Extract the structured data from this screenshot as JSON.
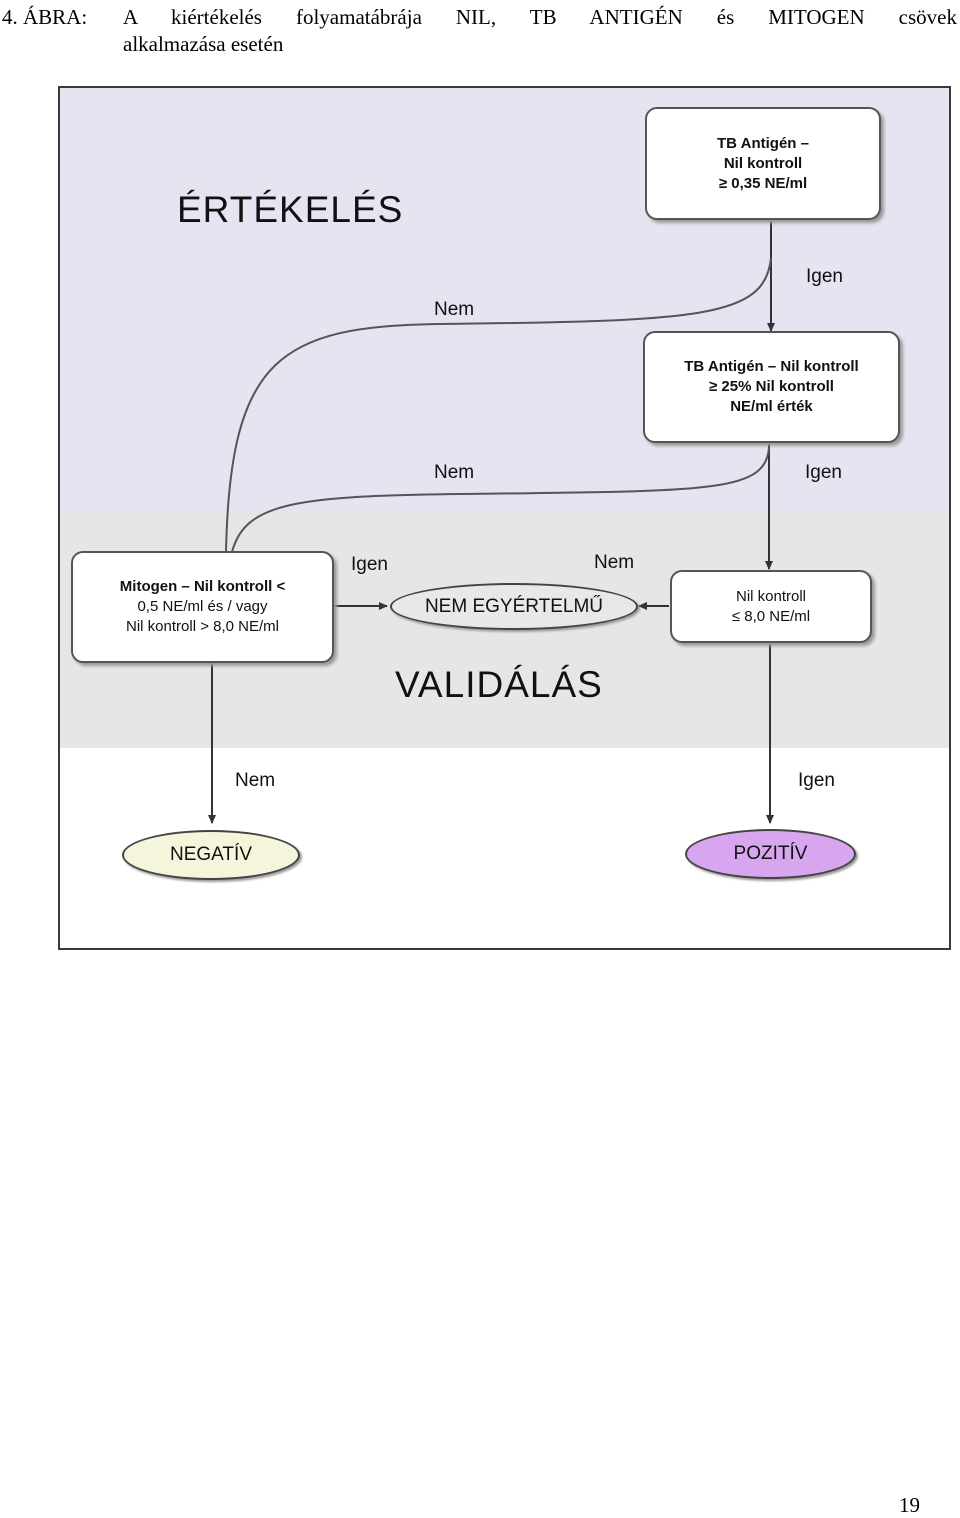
{
  "caption": {
    "number": "4. ÁBRA:",
    "line1": "A kiértékelés folyamatábrája NIL, TB ANTIGÉN és MITOGEN csövek",
    "line2": "alkalmazása esetén"
  },
  "sections": {
    "evaluation": "ÉRTÉKELÉS",
    "validation": "VALIDÁLÁS"
  },
  "nodes": {
    "tb_nil": [
      "TB Antigén – ",
      "Nil kontroll",
      "≥ 0,35 NE/ml"
    ],
    "tb_25": [
      "TB Antigén – Nil kontroll",
      "≥ 25% Nil kontroll",
      "NE/ml érték"
    ],
    "mitogen": [
      "Mitogen – Nil kontroll <",
      "0,5 NE/ml és / vagy",
      "Nil kontroll > 8,0 NE/ml"
    ],
    "nil_80": [
      "Nil kontroll",
      "≤ 8,0 NE/ml"
    ],
    "indeterminate": "NEM EGYÉRTELMŰ",
    "negative": "NEGATÍV",
    "positive": "POZITÍV"
  },
  "edge_labels": {
    "tb1_no": "Nem",
    "tb1_yes": "Igen",
    "tb2_no": "Nem",
    "tb2_yes": "Igen",
    "mitogen_yes": "Igen",
    "nil_no": "Nem",
    "mitogen_no": "Nem",
    "nil_yes": "Igen"
  },
  "colors": {
    "evaluation_band": "#e5e5f2",
    "validation_band": "#e6e6e6",
    "negative_fill": "#f5f5dc",
    "positive_fill": "#d8a6ee",
    "indeterminate_fill": "#e8e8e8"
  },
  "page_number": "19"
}
